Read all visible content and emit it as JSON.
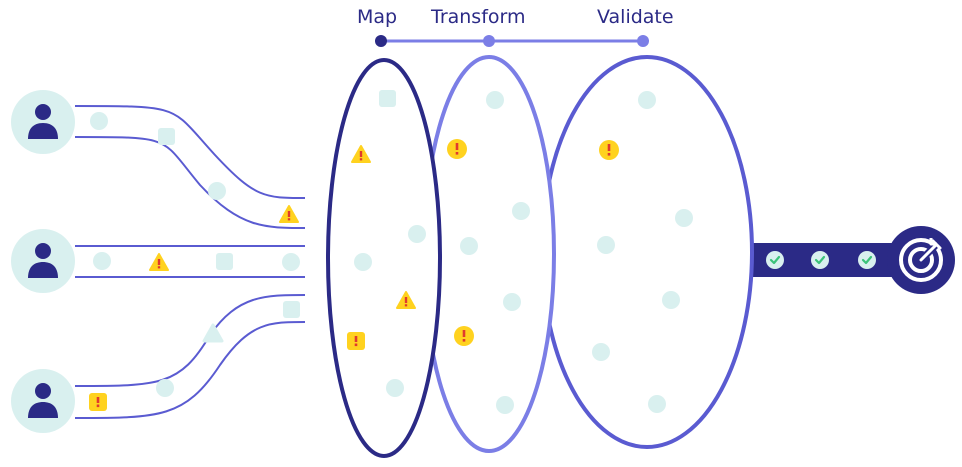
{
  "steps": [
    {
      "label": "Map",
      "active": true
    },
    {
      "label": "Transform",
      "active": false
    },
    {
      "label": "Validate",
      "active": false
    }
  ],
  "colors": {
    "dark_navy": "#2b2a86",
    "indigo": "#5a5bd1",
    "periwinkle": "#7b7ee6",
    "light_teal": "#d9f0ef",
    "warning_yellow": "#ffd21f",
    "warning_red": "#e03a2e",
    "check_green": "#3cc37a"
  },
  "icons": {
    "source": "user-icon",
    "warning": "warning-triangle-icon",
    "error_circle": "error-circle-icon",
    "error_square": "error-square-icon",
    "check": "check-circle-icon",
    "goal": "target-icon"
  },
  "counts": {
    "sources": 3,
    "stages": 3,
    "validated_checks": 3
  }
}
